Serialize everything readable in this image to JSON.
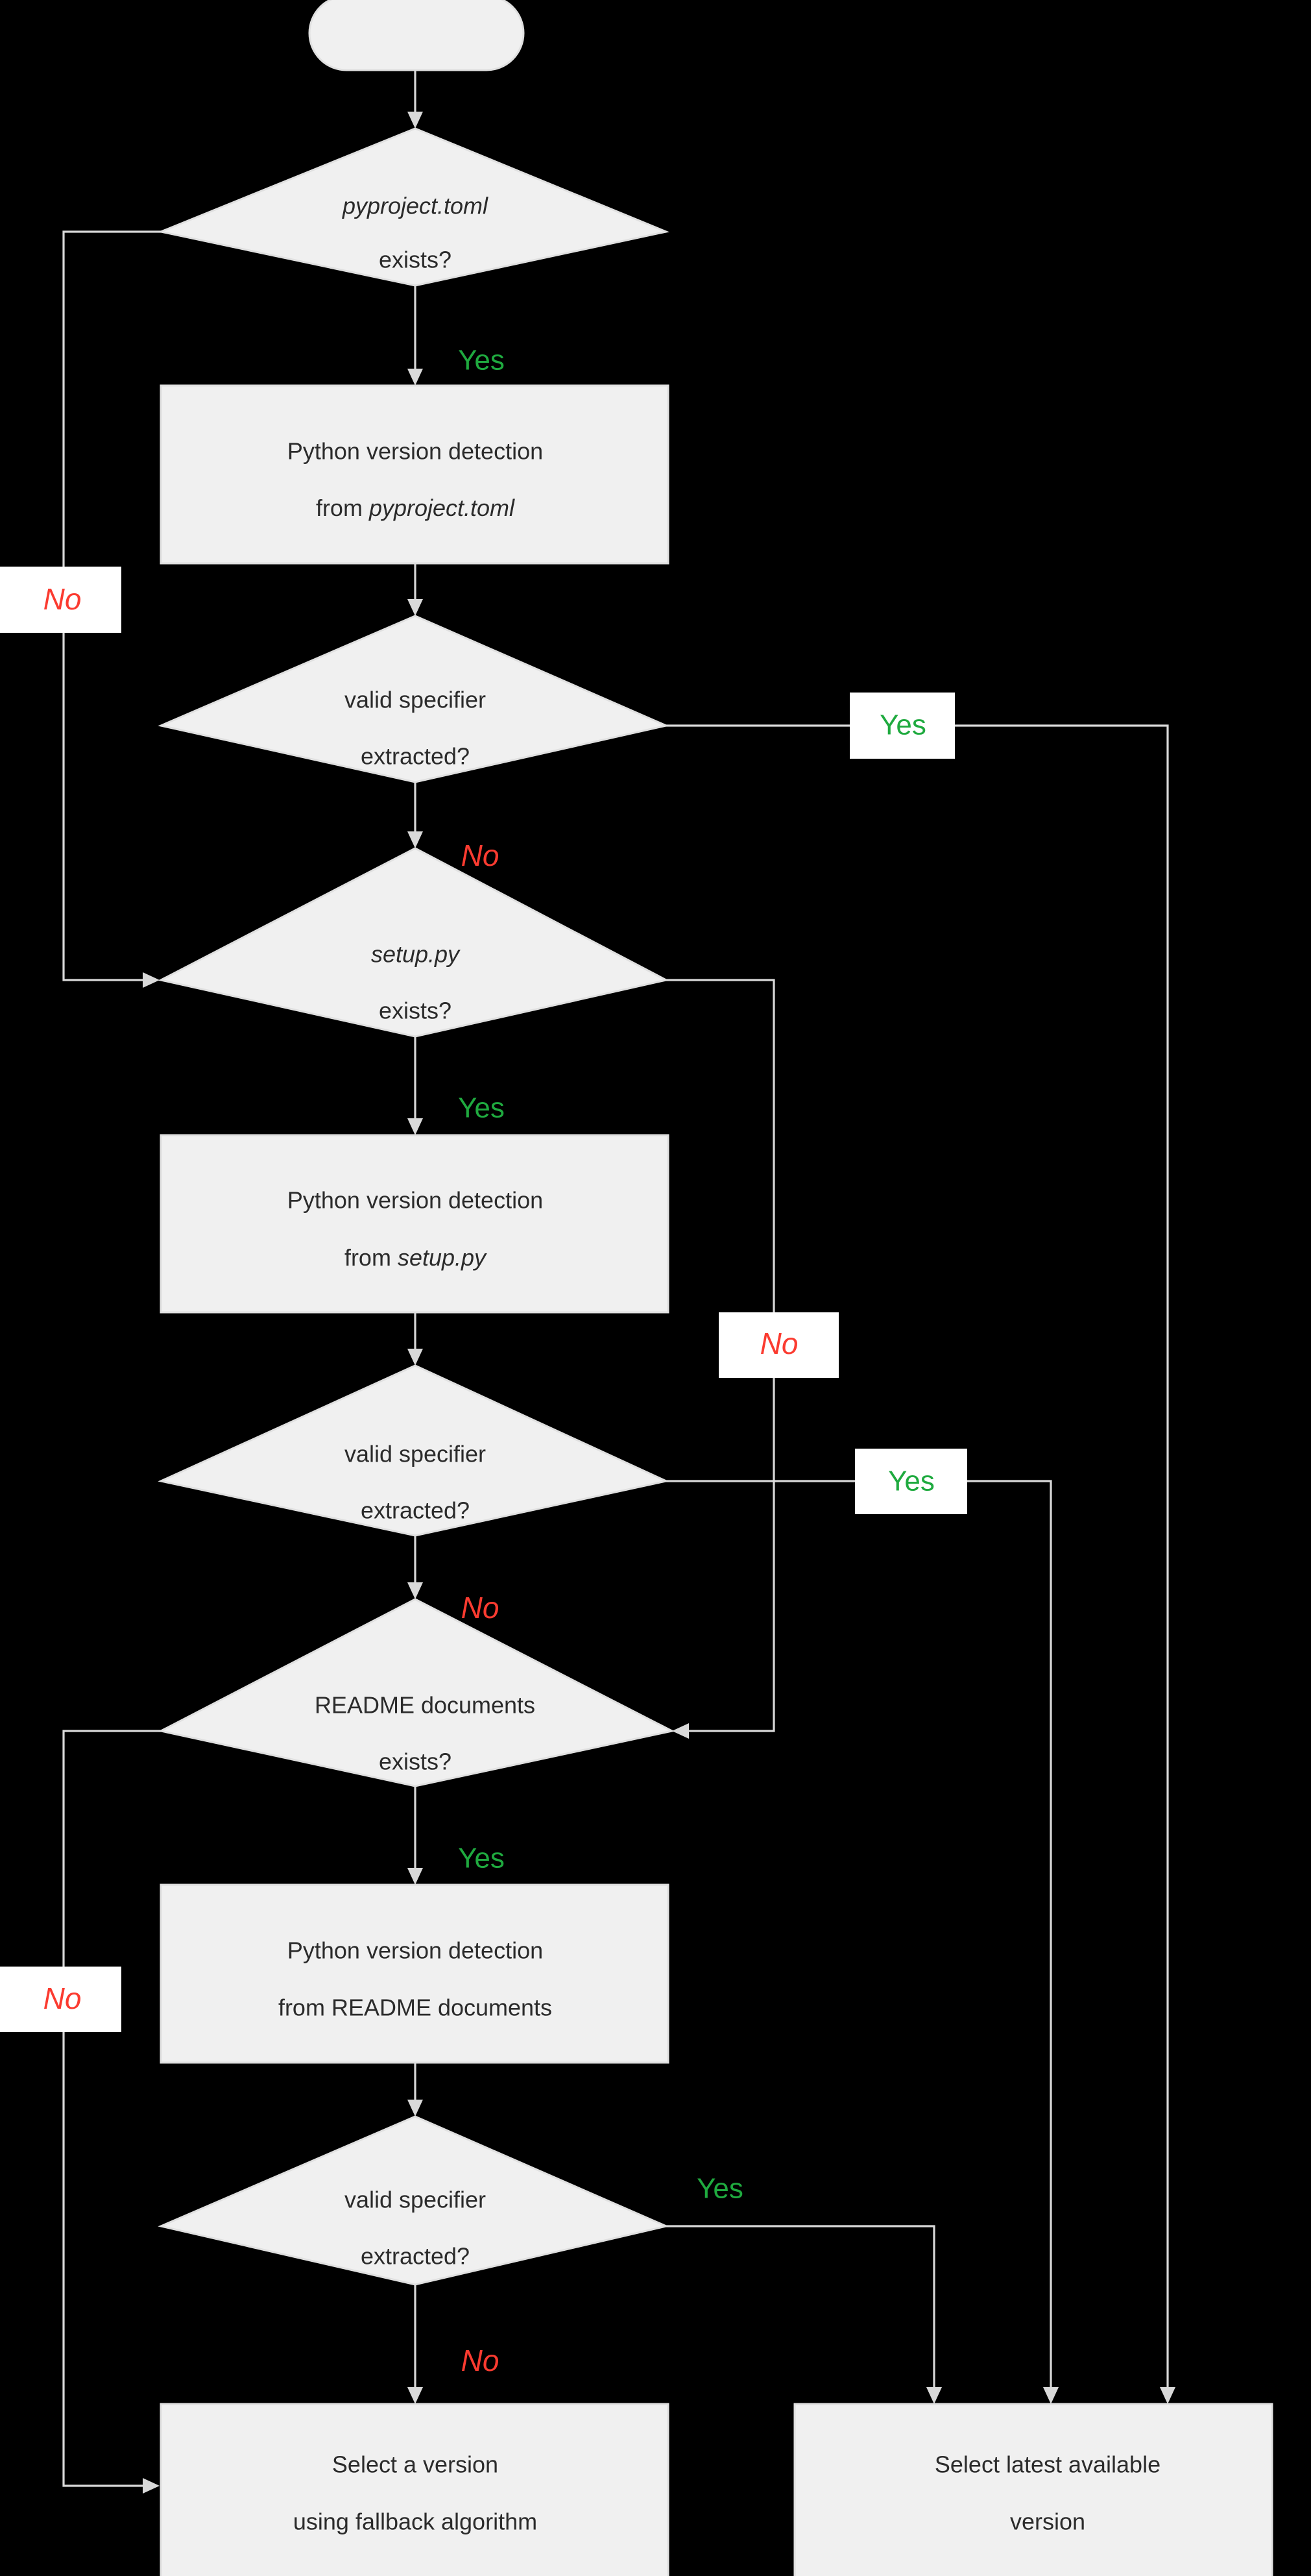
{
  "diagram": {
    "type": "flowchart",
    "title": "Python version detection flowchart",
    "colors": {
      "background": "#000000",
      "node_fill": "#f0f0f0",
      "node_stroke": "#e0e0e0",
      "edge": "#d9d9d9",
      "label_yes": "#1faa3f",
      "label_no": "#fb3b30",
      "label_box": "#ffffff",
      "node_text": "#2b2b2b"
    },
    "nodes": [
      {
        "id": "start",
        "shape": "stadium",
        "line1": "",
        "line2": ""
      },
      {
        "id": "d_pyproject",
        "shape": "diamond",
        "line1": "pyproject.toml",
        "line2": "exists?"
      },
      {
        "id": "p_pyproject",
        "shape": "rectangle",
        "line1": "Python version detection",
        "line2": "from pyproject.toml"
      },
      {
        "id": "d_spec1",
        "shape": "diamond",
        "line1": "valid specifier",
        "line2": "extracted?"
      },
      {
        "id": "d_setup",
        "shape": "diamond",
        "line1": "setup.py",
        "line2": "exists?"
      },
      {
        "id": "p_setup",
        "shape": "rectangle",
        "line1": "Python version detection",
        "line2": "from setup.py"
      },
      {
        "id": "d_spec2",
        "shape": "diamond",
        "line1": "valid specifier",
        "line2": "extracted?"
      },
      {
        "id": "d_readme",
        "shape": "diamond",
        "line1": "README documents",
        "line2": "exists?"
      },
      {
        "id": "p_readme",
        "shape": "rectangle",
        "line1": "Python version detection",
        "line2": "from README documents"
      },
      {
        "id": "d_spec3",
        "shape": "diamond",
        "line1": "valid specifier",
        "line2": "extracted?"
      },
      {
        "id": "end_fallback",
        "shape": "rectangle",
        "line1": "Select a version",
        "line2": "using fallback algorithm"
      },
      {
        "id": "end_latest",
        "shape": "rectangle",
        "line1": "Select latest available",
        "line2": "version"
      }
    ],
    "edge_labels": {
      "yes_pyproject": "Yes",
      "no_pyproject": "No",
      "yes_spec1": "Yes",
      "no_spec1": "No",
      "yes_setup": "Yes",
      "no_setup": "No",
      "yes_spec2": "Yes",
      "no_spec2": "No",
      "yes_readme": "Yes",
      "no_readme": "No",
      "yes_spec3": "Yes",
      "no_spec3": "No"
    },
    "edges": [
      {
        "from": "start",
        "to": "d_pyproject",
        "label": ""
      },
      {
        "from": "d_pyproject",
        "to": "p_pyproject",
        "label": "Yes"
      },
      {
        "from": "d_pyproject",
        "to": "d_setup",
        "label": "No"
      },
      {
        "from": "p_pyproject",
        "to": "d_spec1",
        "label": ""
      },
      {
        "from": "d_spec1",
        "to": "end_latest",
        "label": "Yes"
      },
      {
        "from": "d_spec1",
        "to": "d_setup",
        "label": "No"
      },
      {
        "from": "d_setup",
        "to": "p_setup",
        "label": "Yes"
      },
      {
        "from": "d_setup",
        "to": "d_readme",
        "label": "No"
      },
      {
        "from": "p_setup",
        "to": "d_spec2",
        "label": ""
      },
      {
        "from": "d_spec2",
        "to": "end_latest",
        "label": "Yes"
      },
      {
        "from": "d_spec2",
        "to": "d_readme",
        "label": "No"
      },
      {
        "from": "d_readme",
        "to": "p_readme",
        "label": "Yes"
      },
      {
        "from": "d_readme",
        "to": "end_fallback",
        "label": "No"
      },
      {
        "from": "p_readme",
        "to": "d_spec3",
        "label": ""
      },
      {
        "from": "d_spec3",
        "to": "end_latest",
        "label": "Yes"
      },
      {
        "from": "d_spec3",
        "to": "end_fallback",
        "label": "No"
      }
    ]
  }
}
